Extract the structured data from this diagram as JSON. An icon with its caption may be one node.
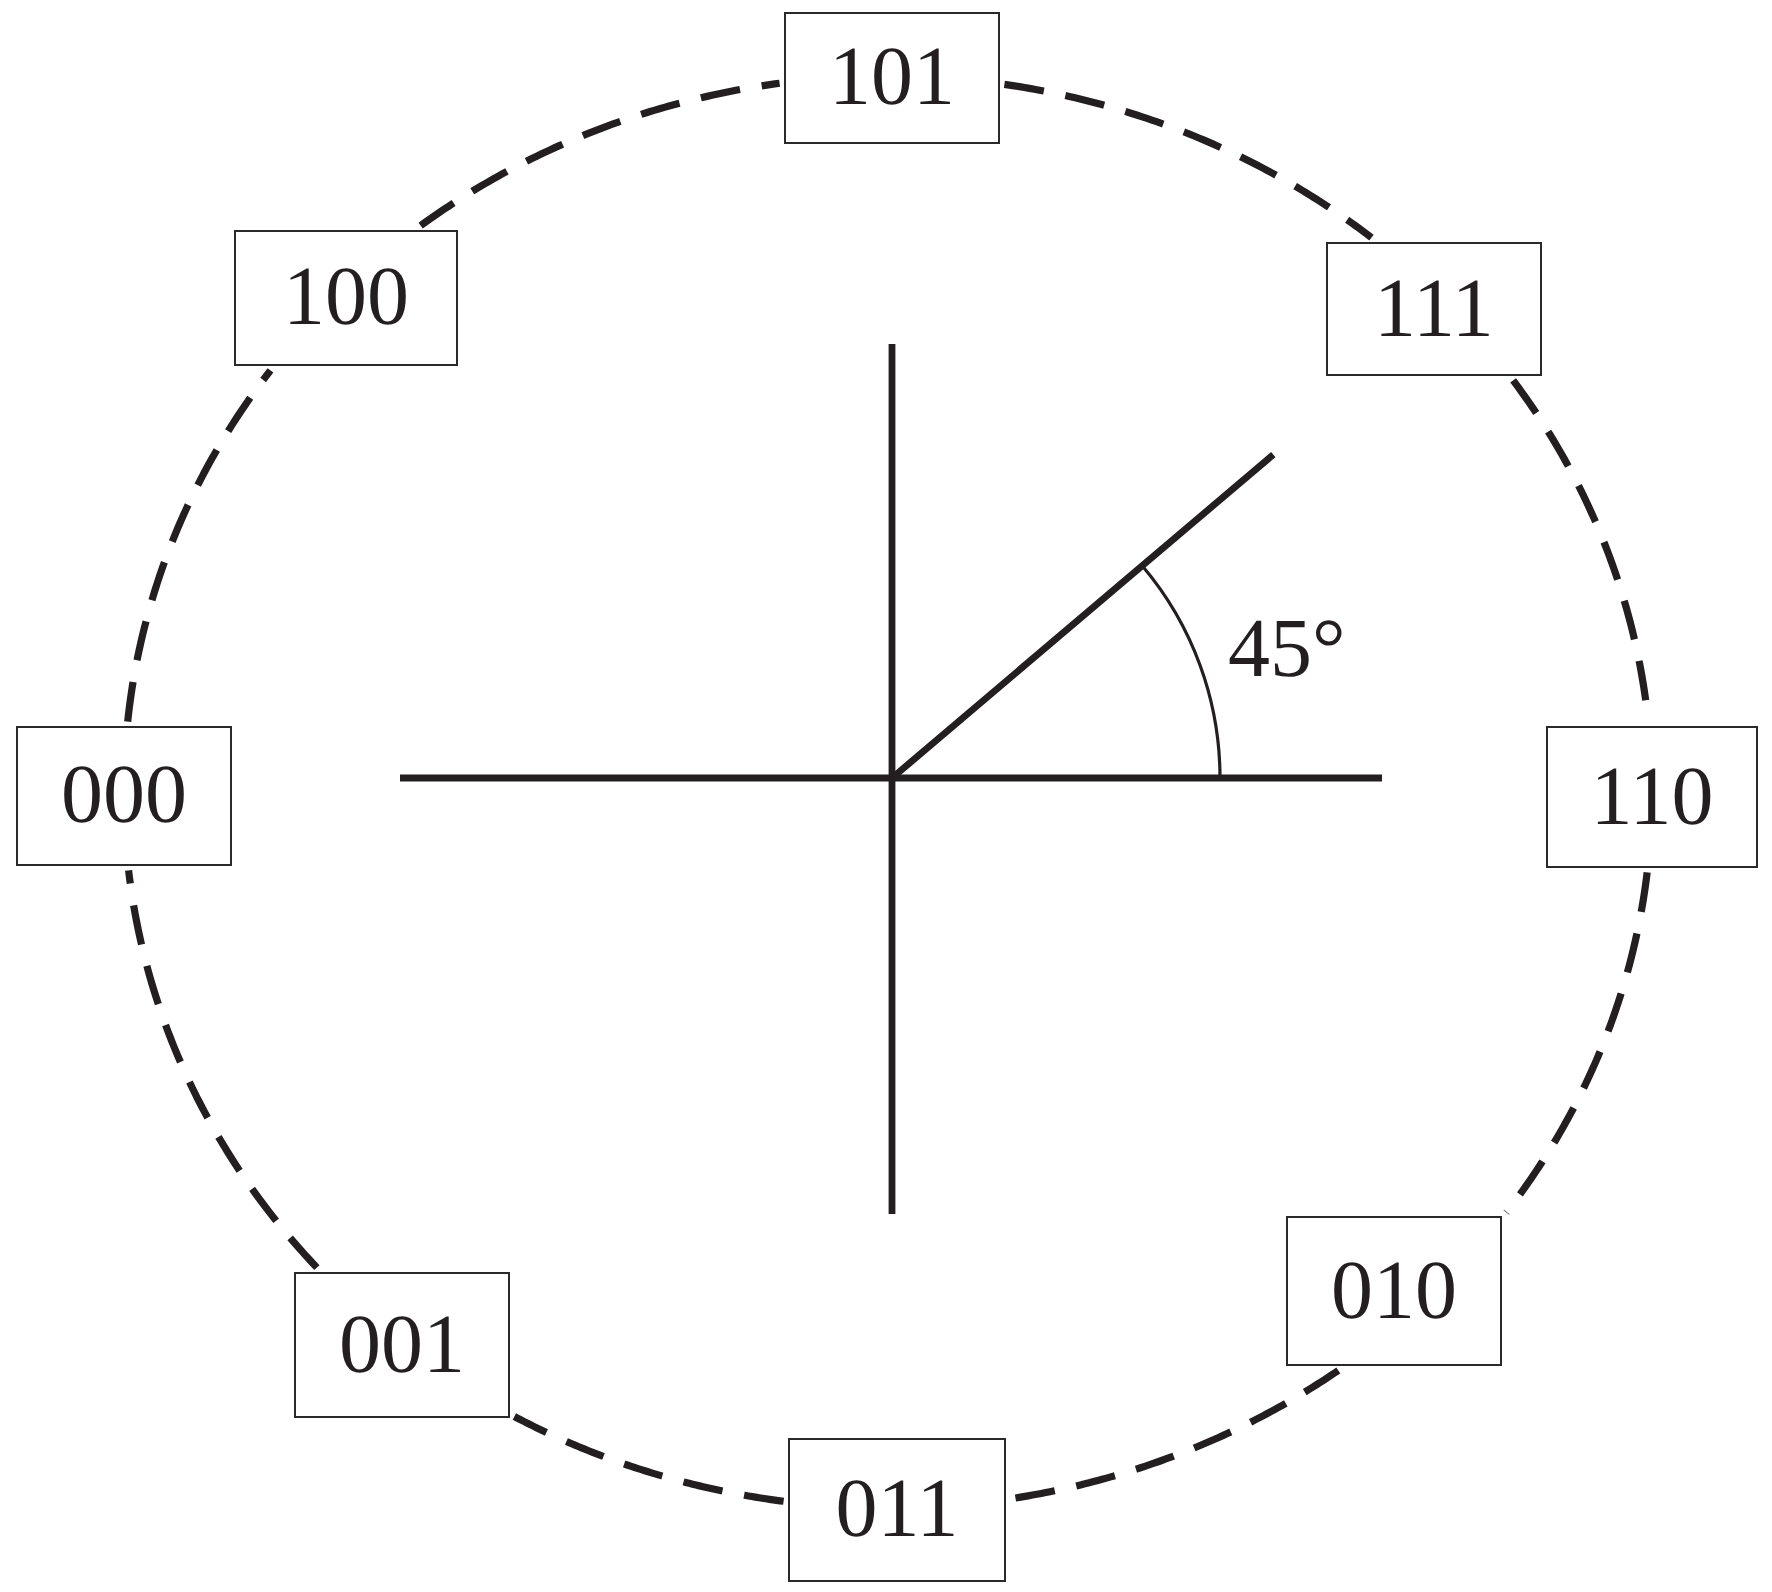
{
  "diagram": {
    "nodes": [
      {
        "text": [
          "101"
        ]
      },
      {
        "text": [
          "100"
        ]
      },
      {
        "text": [
          "111"
        ]
      },
      {
        "text": [
          "000"
        ]
      },
      {
        "text": [
          "110"
        ]
      },
      {
        "text": [
          "001"
        ]
      },
      {
        "text": [
          "010"
        ]
      },
      {
        "text": [
          "011"
        ]
      }
    ],
    "edges": [
      {
        "from": 0,
        "to": 2,
        "arrow": "none",
        "style": "dashed"
      },
      {
        "from": 2,
        "to": 4,
        "arrow": "none",
        "style": "dashed"
      },
      {
        "from": 4,
        "to": 6,
        "arrow": "none",
        "style": "dashed"
      },
      {
        "from": 6,
        "to": 7,
        "arrow": "none",
        "style": "dashed"
      },
      {
        "from": 7,
        "to": 5,
        "arrow": "none",
        "style": "dashed"
      },
      {
        "from": 5,
        "to": 3,
        "arrow": "none",
        "style": "dashed"
      },
      {
        "from": 3,
        "to": 1,
        "arrow": "none",
        "style": "dashed"
      },
      {
        "from": 1,
        "to": 0,
        "arrow": "none",
        "style": "dashed"
      }
    ],
    "labels": [
      "45°"
    ]
  }
}
